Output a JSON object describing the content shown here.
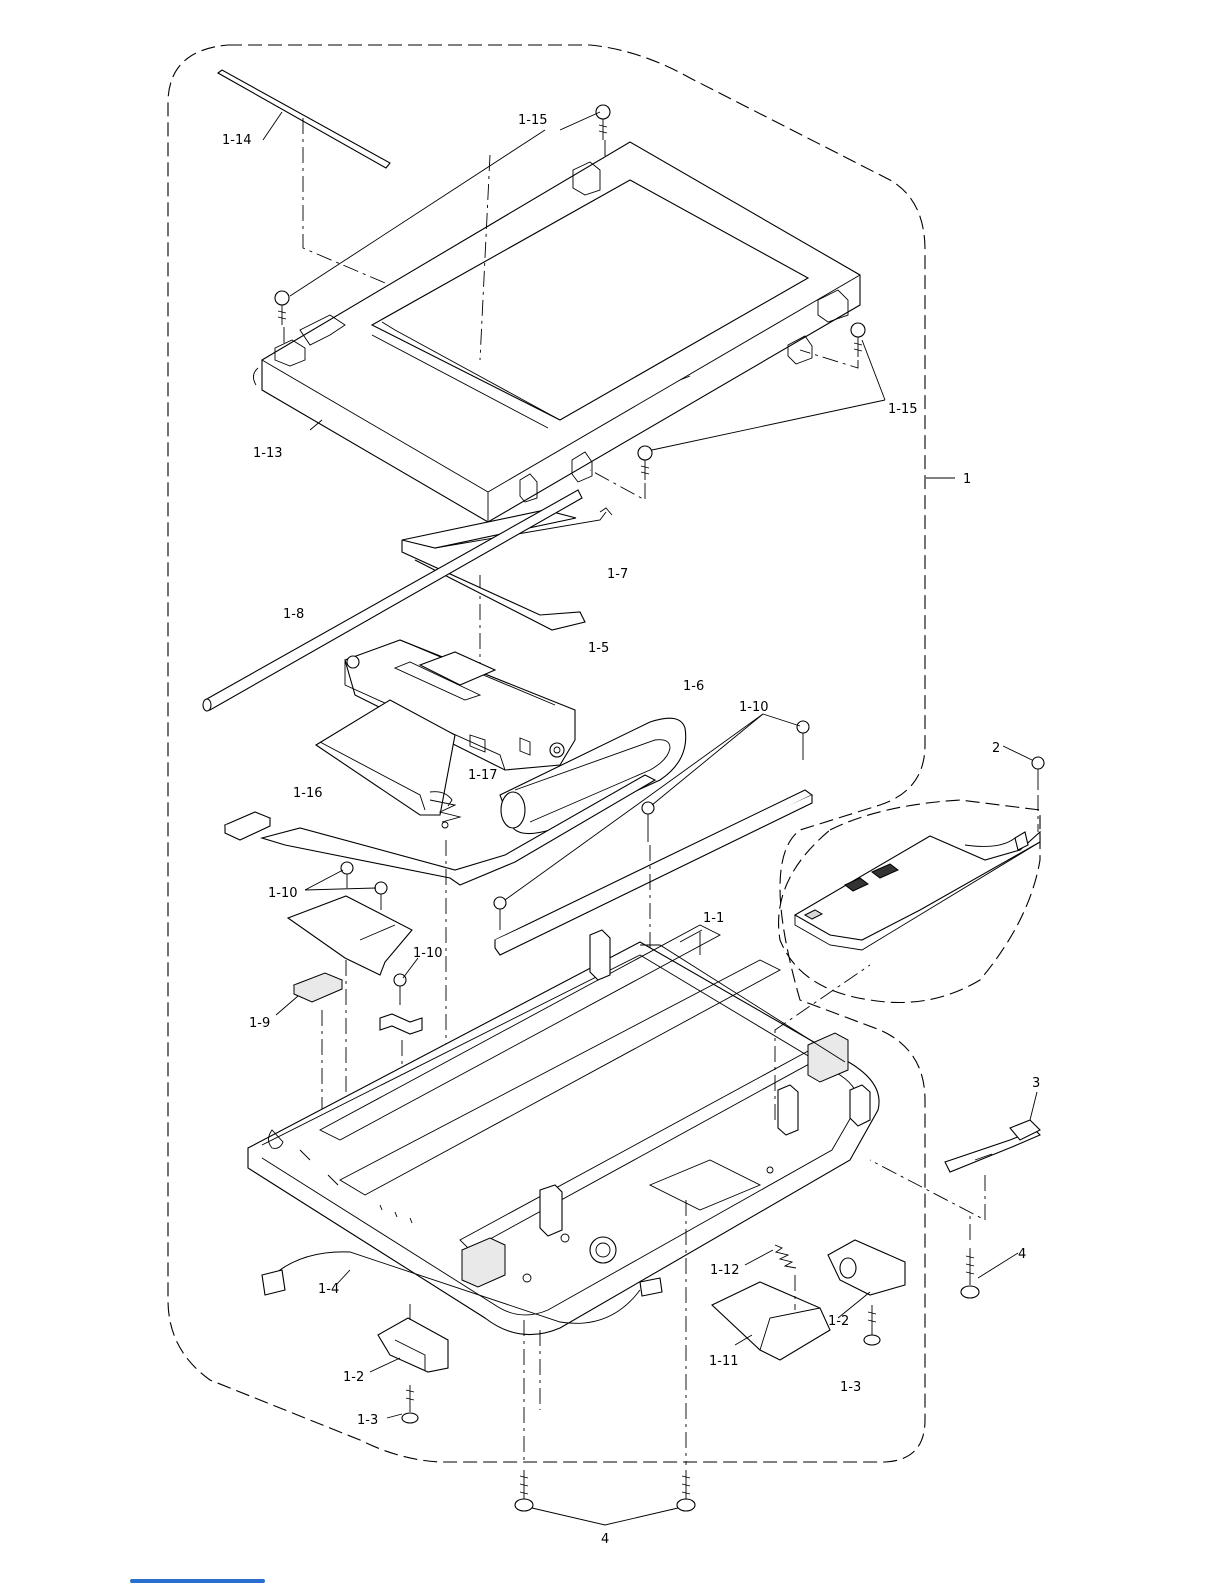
{
  "callouts": {
    "c1": "1",
    "c2": "2",
    "c3": "3",
    "c4a": "4",
    "c4b": "4",
    "c1_1": "1-1",
    "c1_2a": "1-2",
    "c1_2b": "1-2",
    "c1_3a": "1-3",
    "c1_3b": "1-3",
    "c1_4": "1-4",
    "c1_5": "1-5",
    "c1_6": "1-6",
    "c1_7": "1-7",
    "c1_8": "1-8",
    "c1_9": "1-9",
    "c1_10a": "1-10",
    "c1_10b": "1-10",
    "c1_10c": "1-10",
    "c1_11": "1-11",
    "c1_12": "1-12",
    "c1_13": "1-13",
    "c1_14": "1-14",
    "c1_15a": "1-15",
    "c1_15b": "1-15",
    "c1_16": "1-16",
    "c1_17": "1-17"
  },
  "colors": {
    "ink": "#000000",
    "paper": "#ffffff",
    "scrollbar": "#2a6fd0"
  }
}
